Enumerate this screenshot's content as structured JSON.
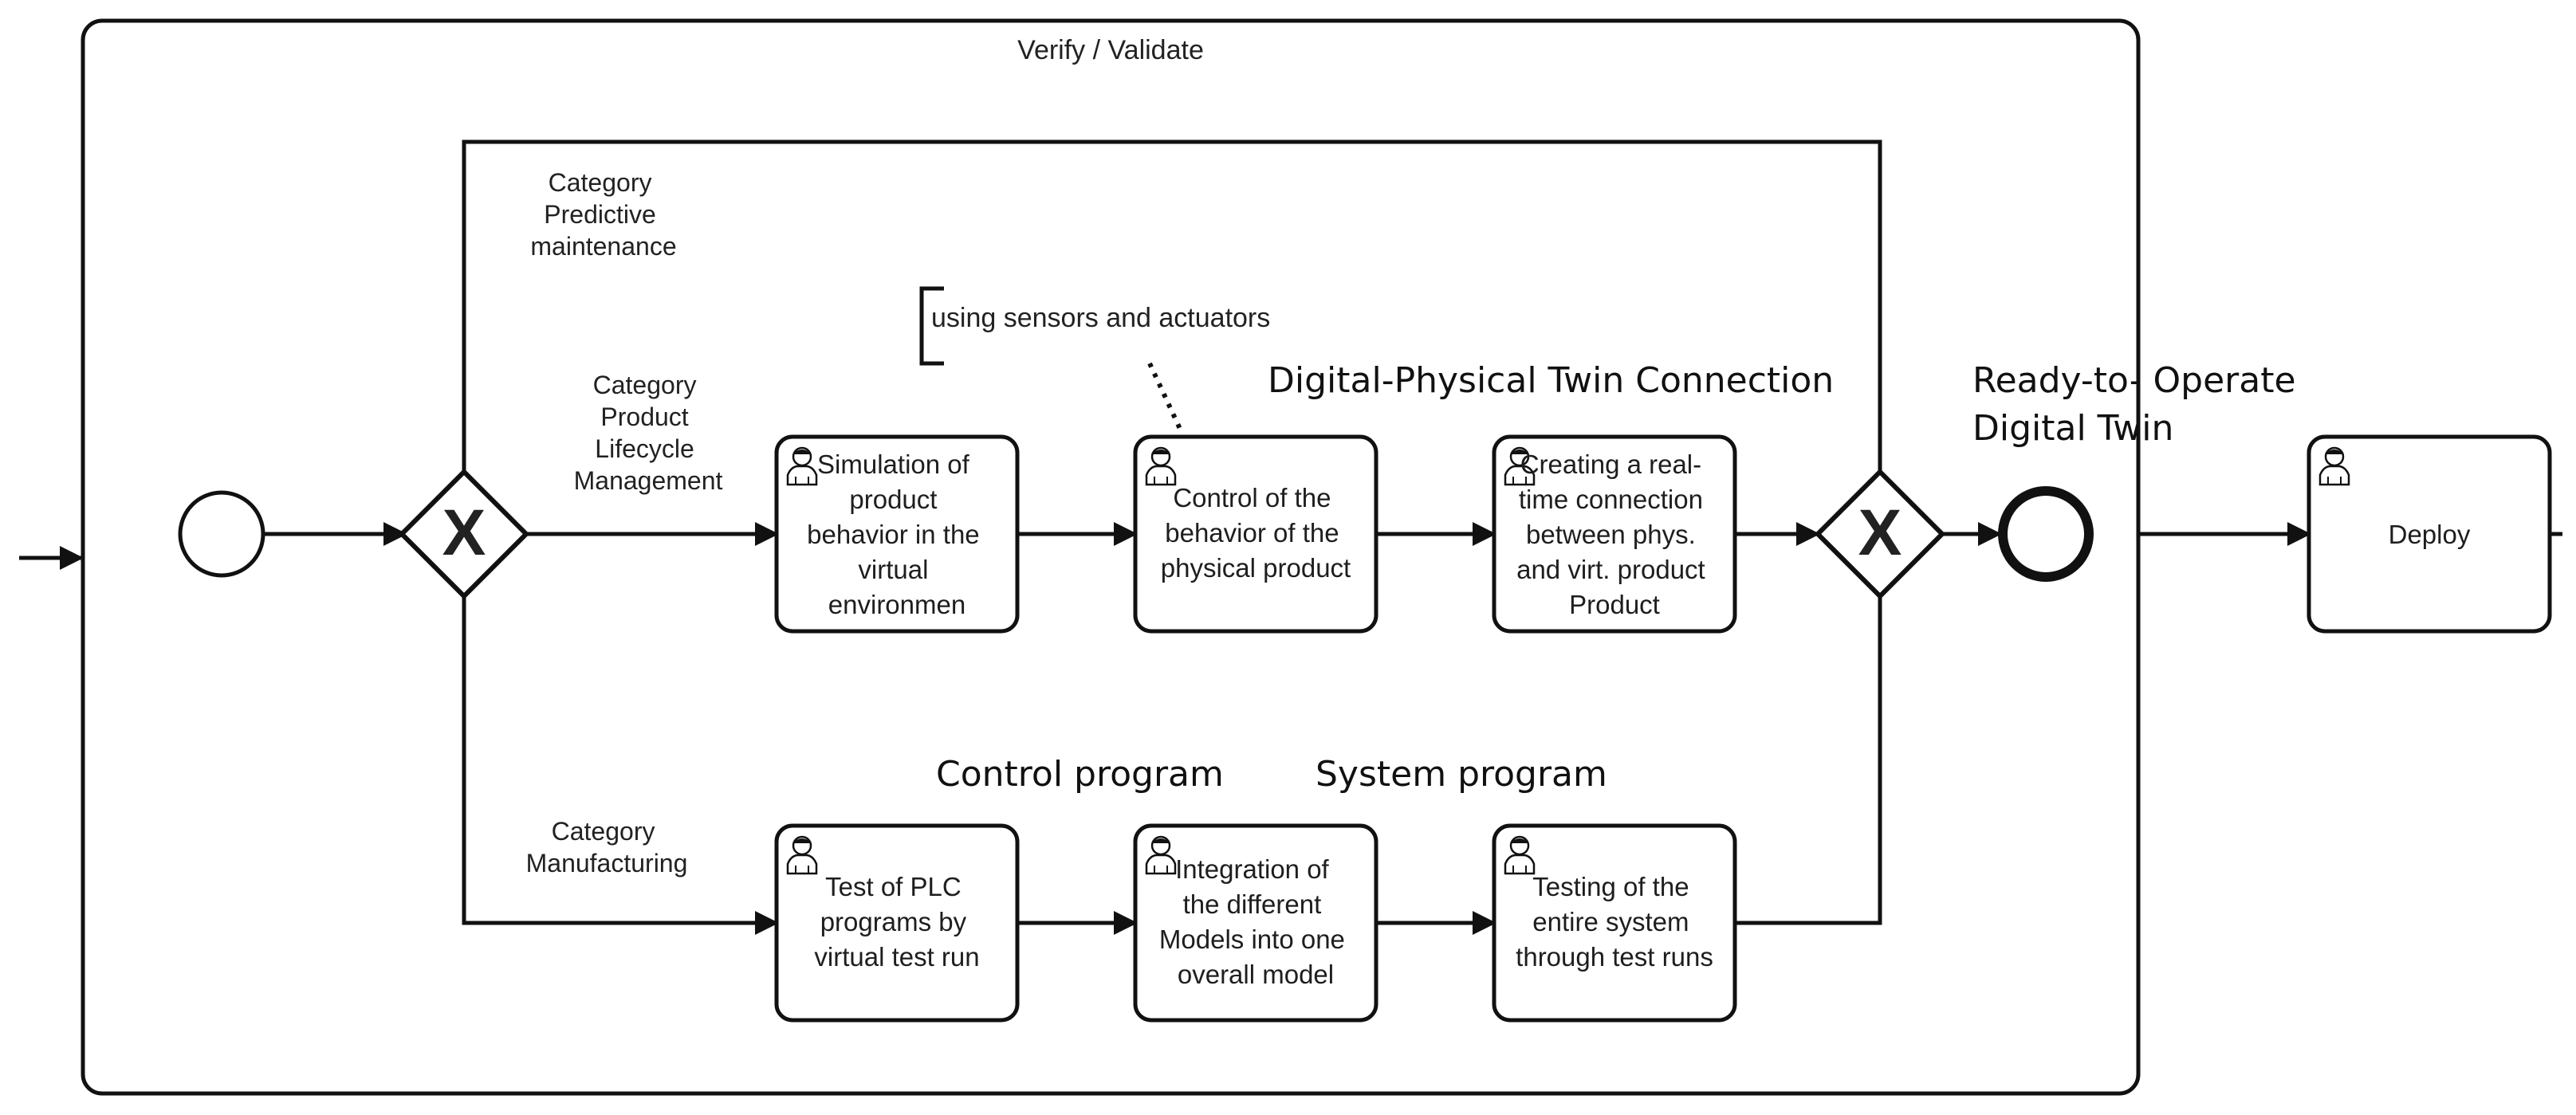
{
  "subprocess": {
    "title": "Verify / Validate"
  },
  "categories": {
    "predictive": [
      "Category",
      "Predictive",
      "maintenance"
    ],
    "plm": [
      "Category",
      "Product",
      "Lifecycle",
      "Management"
    ],
    "manufacturing": [
      "Category",
      "Manufacturing"
    ]
  },
  "annotation": {
    "text": "using sensors and actuators"
  },
  "headings": {
    "digital_physical": "Digital-Physical Twin Connection",
    "control_program": "Control program",
    "system_program": "System program",
    "ready_line1": "Ready-to- Operate",
    "ready_line2": "Digital Twin"
  },
  "tasks": {
    "simulation": [
      "Simulation of",
      "product",
      "behavior in the",
      "virtual",
      "environmen"
    ],
    "control_behavior": [
      "Control of the",
      "behavior of the",
      "physical product"
    ],
    "realtime": [
      "Creating a real-",
      "time connection",
      "between phys.",
      "and virt. product",
      "Product"
    ],
    "plc_test": [
      "Test of PLC",
      "programs by",
      "virtual test run"
    ],
    "integration": [
      "Integration of",
      "the different",
      "Models into one",
      "overall model"
    ],
    "system_test": [
      "Testing of the",
      "entire system",
      "through test runs"
    ],
    "deploy": [
      "Deploy"
    ]
  },
  "gateways": {
    "split_symbol": "X",
    "join_symbol": "X"
  },
  "icons": {
    "task_marker": "user-icon"
  },
  "colors": {
    "line": "#111111",
    "text": "#222222",
    "background": "#ffffff"
  }
}
